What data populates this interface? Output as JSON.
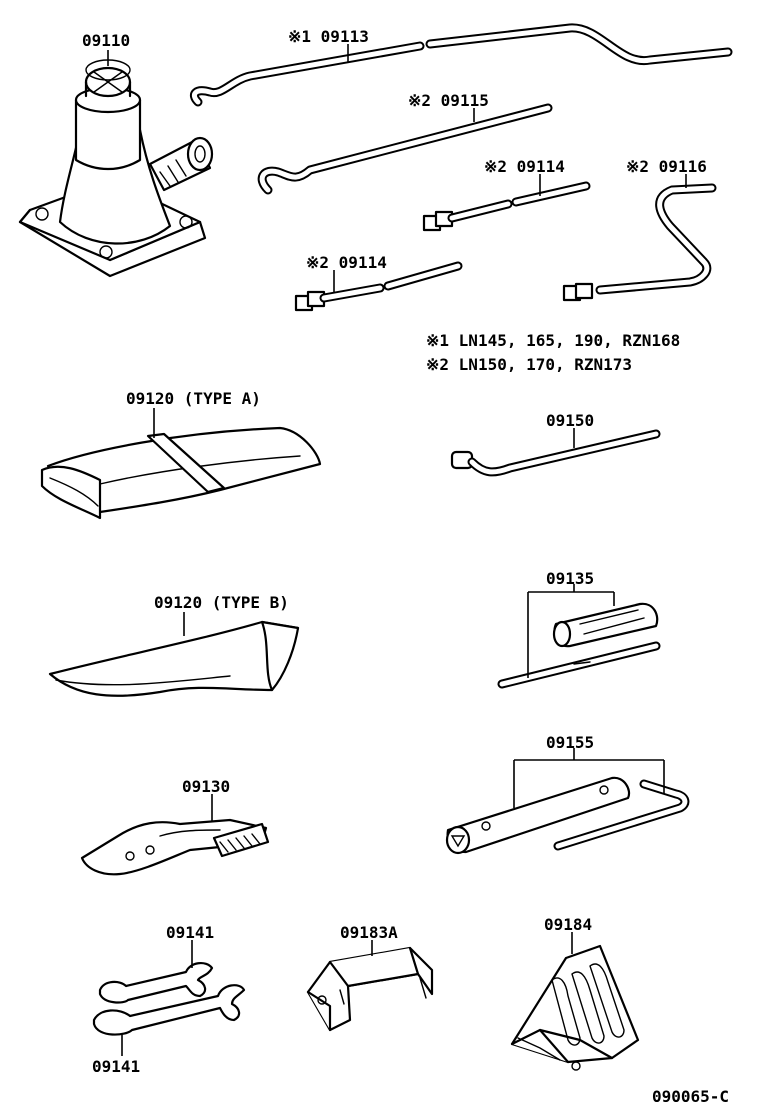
{
  "diagram": {
    "labels": {
      "p09110": "09110",
      "p09113": "※1 09113",
      "p09115": "※2 09115",
      "p09114a": "※2 09114",
      "p09114b": "※2 09114",
      "p09116": "※2 09116",
      "note1": "※1 LN145, 165, 190, RZN168",
      "note2": "※2 LN150, 170, RZN173",
      "p09120a": "09120 (TYPE  A)",
      "p09150": "09150",
      "p09120b": "09120 (TYPE  B)",
      "p09135": "09135",
      "p09130": "09130",
      "p09155": "09155",
      "p09141a": "09141",
      "p09183a": "09183A",
      "p09184": "09184",
      "p09141b": "09141",
      "figcode": "090065-C"
    }
  }
}
